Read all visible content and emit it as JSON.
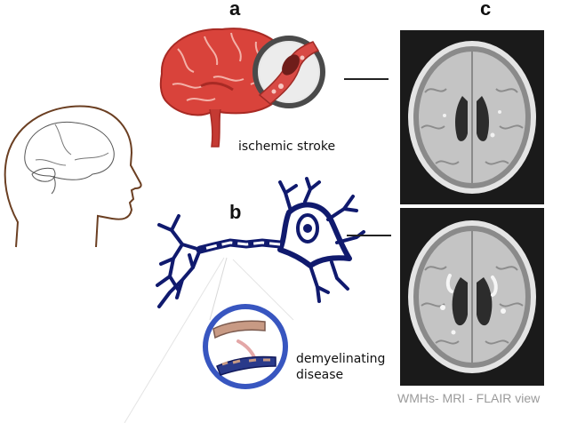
{
  "panels": {
    "a": "a",
    "b": "b",
    "c": "c"
  },
  "labels": {
    "stroke": "ischemic stroke",
    "demyelinating_line1": "demyelinating",
    "demyelinating_line2": "disease"
  },
  "caption": "WMHs- MRI - FLAIR view",
  "colors": {
    "brain": "#d9433b",
    "brain_dark": "#a82a24",
    "neuron": "#101a6e",
    "zoom_ring": "#3856c0",
    "head_outline": "#6b3f22",
    "caption_text": "#9a9a9a"
  }
}
